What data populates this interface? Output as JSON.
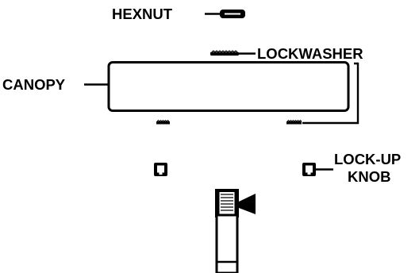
{
  "labels": {
    "hexnut": "HEXNUT",
    "lockwasher": "LOCKWASHER",
    "canopy": "CANOPY",
    "lockup_line1": "LOCK-UP",
    "lockup_line2": "KNOB"
  },
  "colors": {
    "ink": "#000000",
    "paper": "#ffffff"
  }
}
